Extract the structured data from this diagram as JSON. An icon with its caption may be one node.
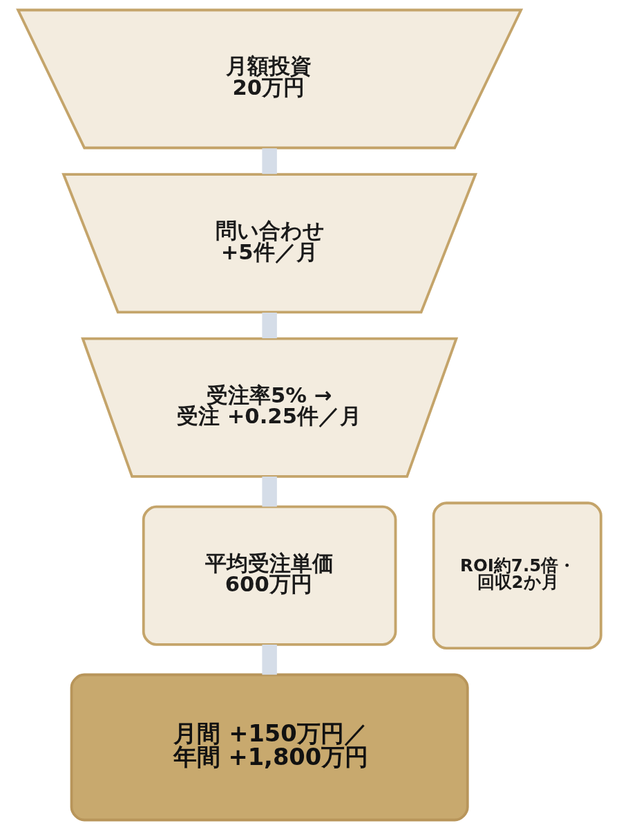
{
  "diagram": {
    "nodes": [
      {
        "text": [
          "月額投資",
          "20万円"
        ]
      },
      {
        "text": [
          "問い合わせ",
          "+5件／月"
        ]
      },
      {
        "text": [
          "受注率5% →",
          "受注 +0.25件／月"
        ]
      },
      {
        "text": [
          "平均受注単価",
          "600万円"
        ]
      },
      {
        "text": [
          "月間 +150万円／",
          "年間 +1,800万円"
        ]
      },
      {
        "text": [
          "ROI約7.5倍・回収2か月"
        ]
      }
    ],
    "edges": [
      {
        "from": 0,
        "to": 1,
        "arrow": "none"
      },
      {
        "from": 1,
        "to": 2,
        "arrow": "none"
      },
      {
        "from": 2,
        "to": 3,
        "arrow": "none"
      },
      {
        "from": 3,
        "to": 4,
        "arrow": "none"
      }
    ]
  }
}
